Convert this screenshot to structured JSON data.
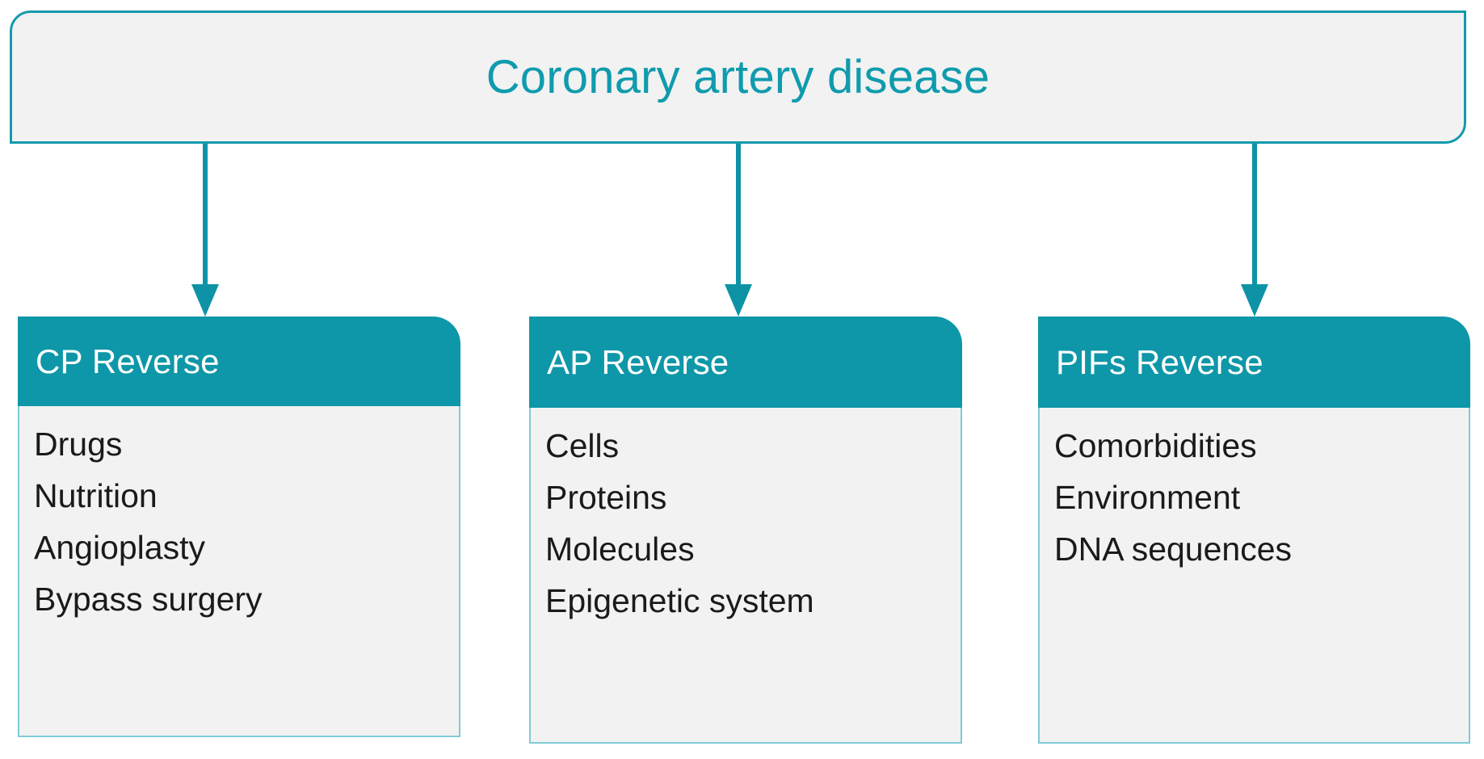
{
  "diagram": {
    "title": "Coronary artery disease",
    "accent_color": "#0E97A8",
    "accent_border_color": "#149AAD",
    "panel_fill_color": "#f2f2f2",
    "body_border_color": "#7FCBD6",
    "title_text_color": "#0F9BAD",
    "header_text_color": "#ffffff",
    "item_text_color": "#1a1a1a",
    "background_color": "#ffffff"
  },
  "root": {
    "label": "Coronary artery disease"
  },
  "connectors": [
    {
      "name": "arrow-to-cp-reverse"
    },
    {
      "name": "arrow-to-ap-reverse"
    },
    {
      "name": "arrow-to-pifs-reverse"
    }
  ],
  "cards": [
    {
      "header": "CP Reverse",
      "items": [
        "Drugs",
        "Nutrition",
        "Angioplasty",
        "Bypass surgery"
      ]
    },
    {
      "header": "AP Reverse",
      "items": [
        "Cells",
        "Proteins",
        "Molecules",
        "Epigenetic system"
      ]
    },
    {
      "header": "PIFs Reverse",
      "items": [
        "Comorbidities",
        "Environment",
        "DNA sequences"
      ]
    }
  ]
}
